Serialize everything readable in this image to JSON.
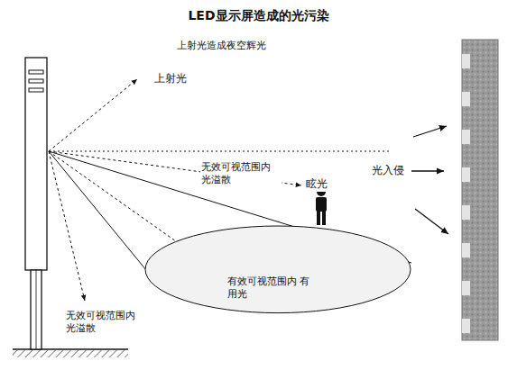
{
  "diagram": {
    "title": "LED显示屏造成的光污染",
    "nodes": [
      {
        "text": [
          "有效可视范围内 有用光"
        ]
      }
    ],
    "labels": [
      "上射光造成夜空辉光",
      "上射光",
      "无效可视范围内 光溢散",
      "眩光",
      "光入侵",
      "无效可视范围内 光溢散"
    ]
  }
}
